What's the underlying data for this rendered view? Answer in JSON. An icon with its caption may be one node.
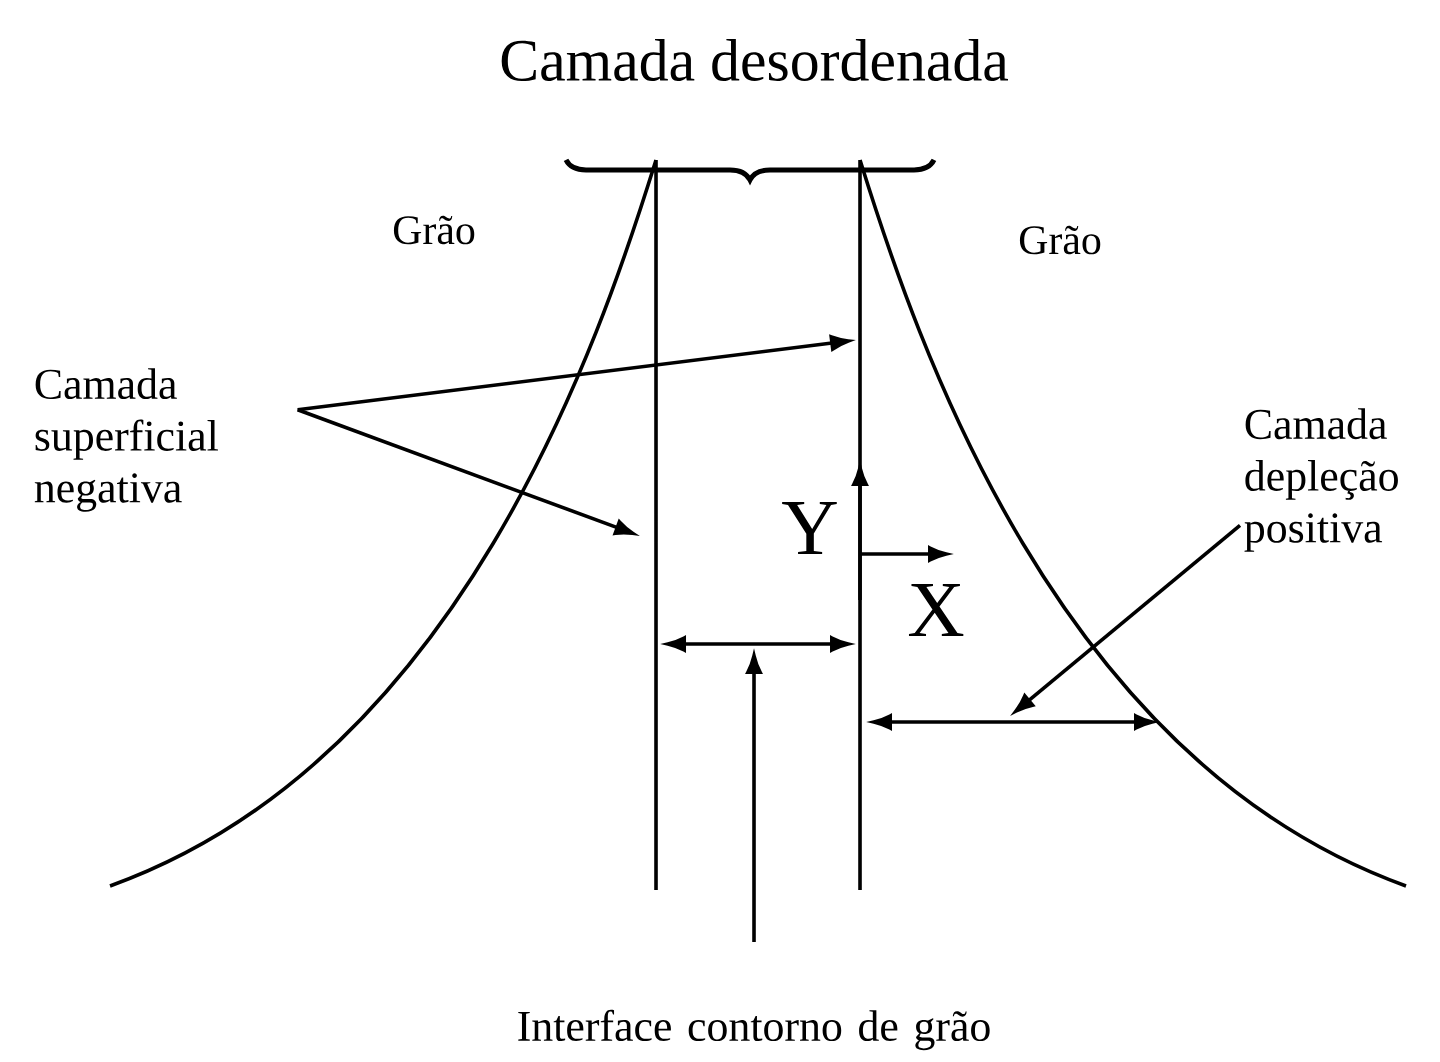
{
  "diagram": {
    "nodes": [
      {
        "text": [
          "Camada superficial negativa"
        ]
      },
      {
        "text": [
          "Camada depleção positiva"
        ]
      },
      {
        "text": [
          "Interface contorno de grão"
        ]
      }
    ],
    "edges": [
      {
        "from": 0,
        "to": null,
        "arrow": "to"
      },
      {
        "from": 0,
        "to": null,
        "arrow": "to"
      },
      {
        "from": 1,
        "to": null,
        "arrow": "to"
      },
      {
        "from": 2,
        "to": null,
        "arrow": "to"
      }
    ],
    "labels": [
      "Camada desordenada",
      "Grão",
      "Grão",
      "Y",
      "X"
    ]
  }
}
